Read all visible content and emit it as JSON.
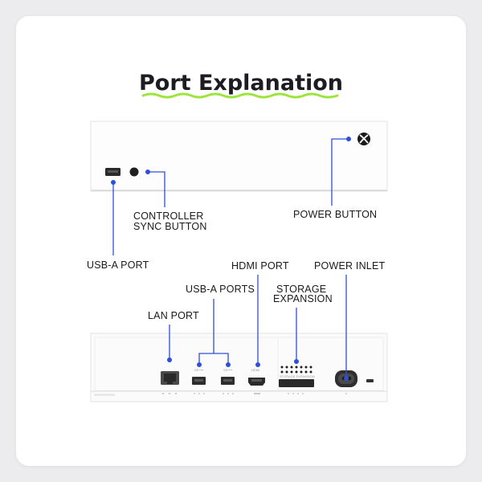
{
  "title": "Port Explanation",
  "accent_color": "#2f4fd8",
  "underline_color": "#9be53c",
  "front_panel": {
    "callouts": {
      "usb_a_port": "USB-A PORT",
      "controller_sync_line1": "CONTROLLER",
      "controller_sync_line2": "SYNC BUTTON",
      "power_button": "POWER BUTTON"
    },
    "logo_icon": "xbox-logo-icon"
  },
  "back_panel": {
    "callouts": {
      "lan_port": "LAN PORT",
      "usb_a_ports": "USB-A PORTS",
      "hdmi_port": "HDMI PORT",
      "storage_line1": "STORAGE",
      "storage_line2": "EXPANSION",
      "power_inlet": "POWER INLET"
    },
    "port_tags": {
      "usb1": "SS⟶",
      "usb2": "SS⟶",
      "hdmi": "HDMI",
      "storage": "STORAGE EXPANSION"
    }
  }
}
